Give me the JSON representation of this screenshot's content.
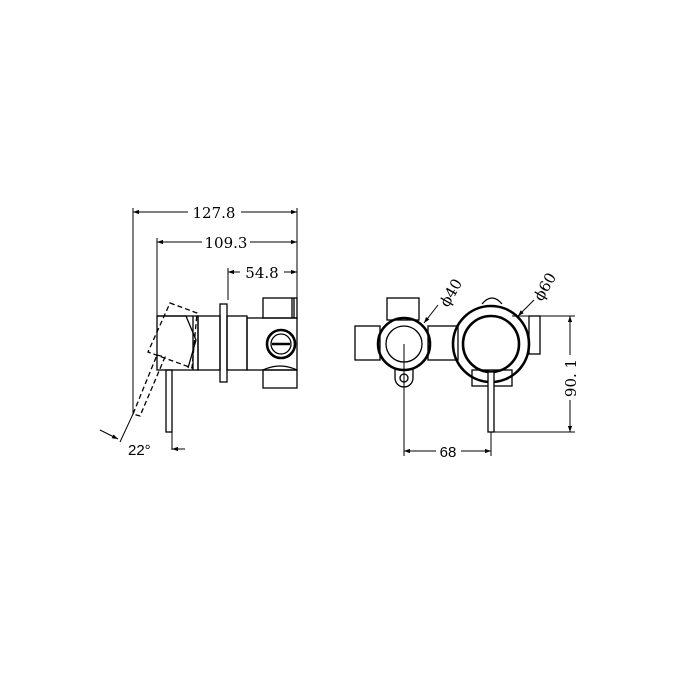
{
  "drawing": {
    "type": "technical dimension drawing",
    "views": {
      "side": {
        "dimensions": {
          "overall_depth": "127.8",
          "body_depth": "109.3",
          "rough_in_depth": "54.8",
          "handle_angle": "22°"
        }
      },
      "front": {
        "dimensions": {
          "small_diameter": "ϕ40",
          "large_diameter": "ϕ60",
          "center_spacing": "68",
          "height": "90. 1"
        }
      }
    },
    "colors": {
      "line": "#000000",
      "background": "#ffffff"
    }
  }
}
